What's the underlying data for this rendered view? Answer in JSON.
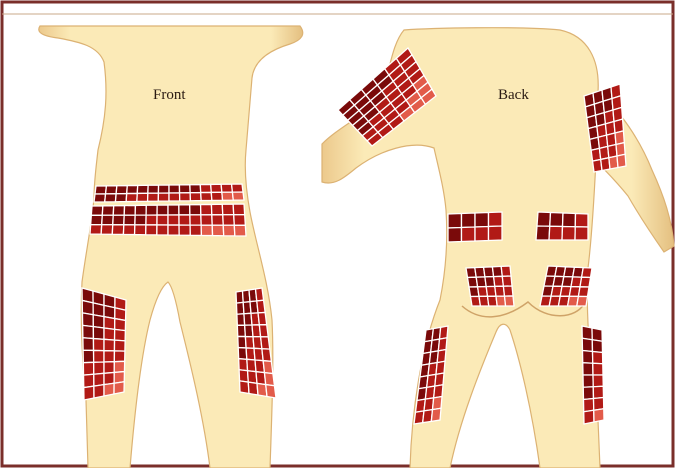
{
  "figure": {
    "front_label": "Front",
    "back_label": "Back"
  },
  "colors": {
    "frame": "#7a2e2a",
    "skin": "#fbeab7",
    "skin_edge": "#e7c78a",
    "skin_shadow": "#d9ab6a",
    "patch_dark": "#7a0a0a",
    "patch_mid": "#b11a16",
    "patch_light": "#e25b4a",
    "grid_line": "#ffffff"
  },
  "views": [
    {
      "name": "front",
      "patches": [
        {
          "region": "waist-band",
          "rows": 2,
          "cols": 14
        },
        {
          "region": "hip-band",
          "rows": 3,
          "cols": 14
        },
        {
          "region": "right-thigh",
          "rows": 9,
          "cols": 4
        },
        {
          "region": "left-thigh",
          "rows": 9,
          "cols": 4
        }
      ]
    },
    {
      "name": "back",
      "patches": [
        {
          "region": "right-upper-arm",
          "rows": 7,
          "cols": 6
        },
        {
          "region": "left-upper-arm",
          "rows": 7,
          "cols": 4
        },
        {
          "region": "lower-back-left",
          "rows": 2,
          "cols": 4
        },
        {
          "region": "lower-back-right",
          "rows": 2,
          "cols": 4
        },
        {
          "region": "buttock-left",
          "rows": 4,
          "cols": 5
        },
        {
          "region": "buttock-right",
          "rows": 4,
          "cols": 5
        },
        {
          "region": "back-thigh-left",
          "rows": 8,
          "cols": 3
        },
        {
          "region": "back-thigh-right",
          "rows": 8,
          "cols": 2
        }
      ]
    }
  ]
}
